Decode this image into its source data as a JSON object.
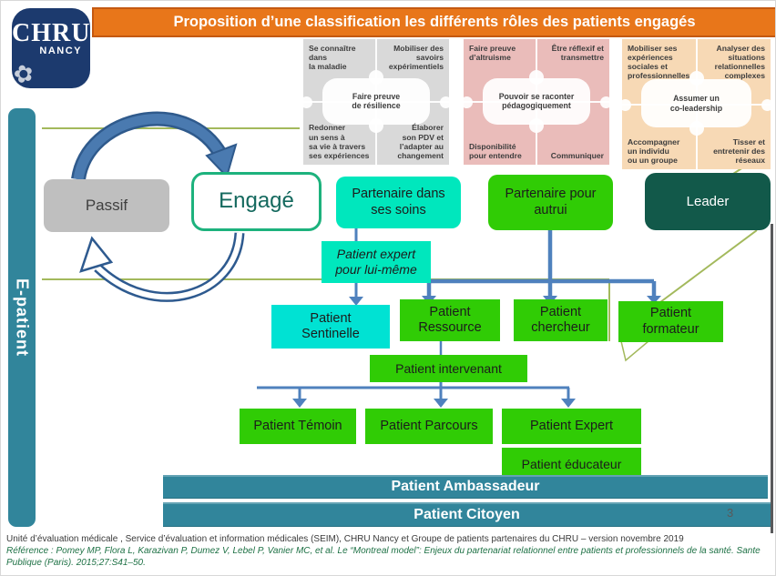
{
  "title": "Proposition d’une classification les différents rôles des patients engagés",
  "logo": {
    "line1": "CHRU",
    "line2": "NANCY",
    "flourish_icon": "✿"
  },
  "side_label": "E-patient",
  "page_number": "3",
  "puzzles": [
    {
      "top_left": "Se connaître\ndans\nla maladie",
      "top_right": "Mobiliser des\nsavoirs\nexpérimentiels",
      "center": "Faire preuve\nde résilience",
      "bottom_left": "Redonner\nun sens à\nsa vie à travers\nses expériences",
      "bottom_right": "Élaborer\nson PDV et\nl’adapter au\nchangement"
    },
    {
      "top_left": "Faire preuve\nd’altruisme",
      "top_right": "Être réflexif et\ntransmettre",
      "center": "Pouvoir se raconter\npédagogiquement",
      "bottom_left": "Disponibilité\npour entendre",
      "bottom_right": "Communiquer"
    },
    {
      "top_left": "Mobiliser ses\nexpériences\nsociales et\nprofessionnelles",
      "top_right": "Analyser des\nsituations\nrelationnelles\ncomplexes",
      "center": "Assumer un\nco-leadership",
      "bottom_left": "Accompagner\nun individu\nou un groupe",
      "bottom_right": "Tisser et\nentretenir des\nréseaux"
    }
  ],
  "nodes": {
    "passif": "Passif",
    "engage": "Engagé",
    "partenaire_soins": "Partenaire dans ses soins",
    "partenaire_autrui": "Partenaire pour autrui",
    "leader": "Leader",
    "patient_expert_self": "Patient expert pour lui-même",
    "sentinelle": "Patient Sentinelle",
    "ressource": "Patient Ressource",
    "chercheur": "Patient chercheur",
    "formateur": "Patient formateur",
    "intervenant": "Patient intervenant",
    "temoin": "Patient Témoin",
    "parcours": "Patient Parcours",
    "expert": "Patient Expert",
    "educateur": "Patient éducateur"
  },
  "banners": {
    "ambassadeur": "Patient Ambassadeur",
    "citoyen": "Patient Citoyen"
  },
  "footer": {
    "line1": "Unité d’évaluation médicale , Service d’évaluation et information médicales (SEIM), CHRU Nancy et Groupe de patients partenaires du CHRU – version novembre 2019",
    "reference": "Référence : Pomey MP, Flora L, Karazivan P, Dumez V, Lebel P, Vanier MC, et al. Le “Montreal model”: Enjeux du partenariat relationnel entre patients et professionnels de la santé. Sante Publique (Paris). 2015;27:S41–50."
  },
  "colors": {
    "title_bg": "#e8761a",
    "title_border": "#c45911",
    "logo_bg": "#1c3a6e",
    "teal": "#31859b",
    "turquoise": "#00e7bd",
    "cyan": "#00e2d3",
    "green": "#30cc05",
    "dark_green": "#12594a",
    "gray_node": "#bfbfbf",
    "arrow_blue": "#4f81bd",
    "olive": "#a3b95c",
    "puzzle_gray": "#d9d9d9",
    "puzzle_pink": "#eabcba",
    "puzzle_tan": "#f7d9b5"
  }
}
